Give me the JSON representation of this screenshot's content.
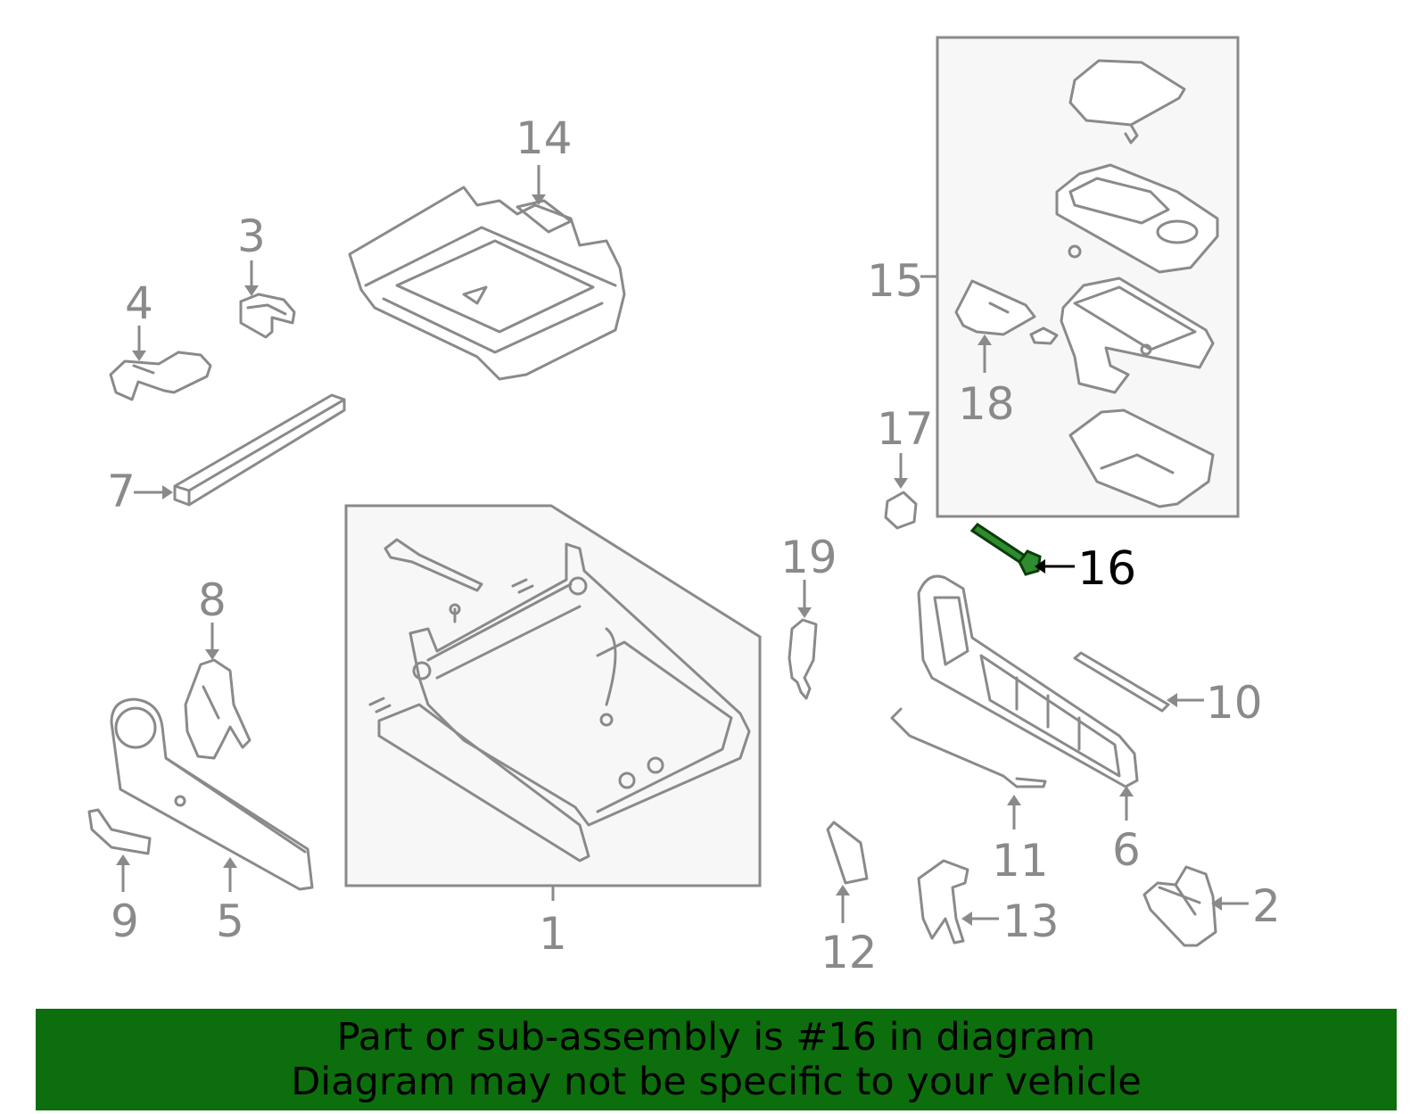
{
  "colors": {
    "banner_background": "#0d6e0d",
    "highlight_part": "#2e8b2e",
    "line_art": "#8a8a8a"
  },
  "callouts": {
    "c1": "1",
    "c2": "2",
    "c3": "3",
    "c4": "4",
    "c5": "5",
    "c6": "6",
    "c7": "7",
    "c8": "8",
    "c9": "9",
    "c10": "10",
    "c11": "11",
    "c12": "12",
    "c13": "13",
    "c14": "14",
    "c15": "15",
    "c16": "16",
    "c17": "17",
    "c18": "18",
    "c19": "19"
  },
  "highlighted_part": "16",
  "banner": {
    "line1": "Part or sub-assembly is #16 in diagram",
    "line2": "Diagram may not be specific to your vehicle"
  }
}
